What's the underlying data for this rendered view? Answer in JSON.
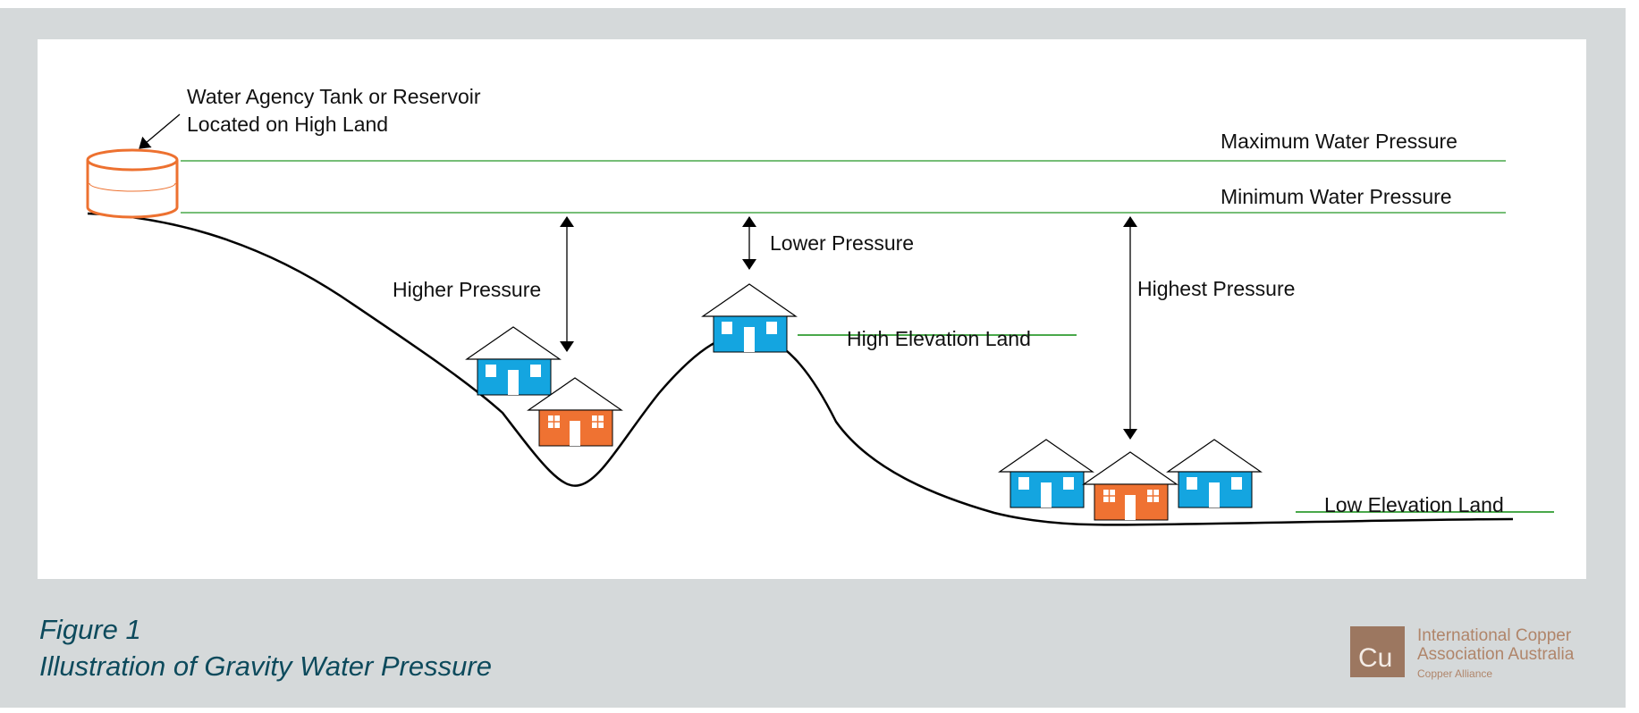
{
  "diagram": {
    "labels": {
      "tank": "Water Agency Tank or Reservoir",
      "tank_line2": "Located on High Land",
      "max_pressure": "Maximum Water Pressure",
      "min_pressure": "Minimum Water Pressure",
      "higher_pressure": "Higher Pressure",
      "lower_pressure": "Lower Pressure",
      "highest_pressure": "Highest Pressure",
      "high_land": "High Elevation Land",
      "low_land": "Low Elevation Land"
    },
    "colors": {
      "pressure_lines": "#49a84a",
      "tank": "#ed7130",
      "house_blue": "#14a5e0",
      "house_orange": "#ef7232",
      "terrain": "#000000"
    }
  },
  "caption": {
    "figure": "Figure 1",
    "title": "Illustration of Gravity Water Pressure"
  },
  "logo": {
    "mark": "Cu",
    "line1": "International Copper",
    "line2": "Association Australia",
    "line3": "Copper Alliance",
    "color": "#9c7760"
  }
}
